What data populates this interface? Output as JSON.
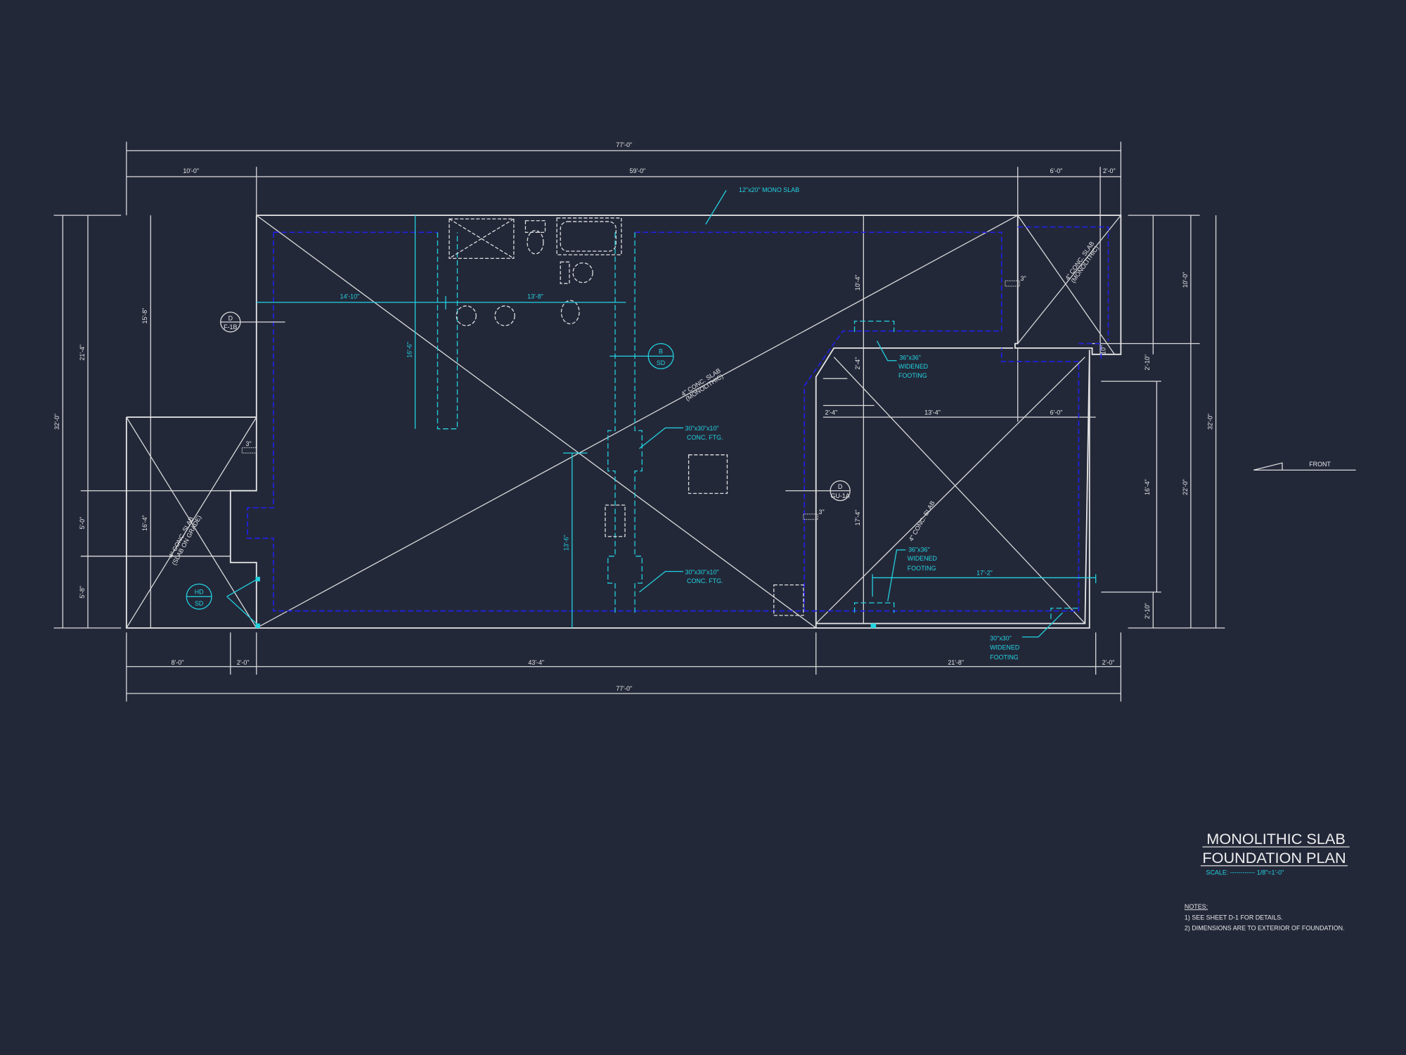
{
  "colors": {
    "background": "#232839",
    "linework": "#dcdcdc",
    "annotation": "#22d3e0",
    "footing_dashed": "#2020e8"
  },
  "dimensions": {
    "overall_top": "77'-0\"",
    "top_left": "10'-0\"",
    "top_main": "59'-0\"",
    "top_6": "6'-0\"",
    "top_2": "2'-0\"",
    "overall_bottom": "77'-0\"",
    "bottom_8": "8'-0\"",
    "bottom_2a": "2'-0\"",
    "bottom_43": "43'-4\"",
    "bottom_21": "21'-8\"",
    "bottom_2b": "2'-0\"",
    "left_32": "32'-0\"",
    "left_21": "21'-4\"",
    "left_5a": "5'-0\"",
    "left_5b": "5'-8\"",
    "left_15": "15'-8\"",
    "left_16": "16'-4\"",
    "right_10": "10'-0\"",
    "right_32": "32'-0\"",
    "right_22": "22'-0\"",
    "right_16": "16'-4\"",
    "right_2a": "2'-10\"",
    "right_2b": "2'-10\"",
    "inner_10_4": "10'-4\"",
    "inner_2_4v": "2'-4\"",
    "inner_17_4": "17'-4\"",
    "inner_2_4h": "2'-4\"",
    "inner_13_4": "13'-4\"",
    "inner_6_0": "6'-0\"",
    "inner_10in": "10\"",
    "cyan_14_10": "14'-10\"",
    "cyan_13_8": "13'-8\"",
    "cyan_16_6": "16'-6\"",
    "cyan_13_6": "13'-6\"",
    "cyan_17_2": "17'-2\""
  },
  "notes_on_plan": {
    "mono_slab": "12\"x20\" MONO SLAB",
    "ftg1": [
      "30\"x30\"x10\"",
      "CONC. FTG."
    ],
    "ftg2": [
      "30\"x30\"x10\"",
      "CONC. FTG."
    ],
    "wf1": [
      "36\"x36\"",
      "WIDENED",
      "FOOTING"
    ],
    "wf2": [
      "36\"x36\"",
      "WIDENED",
      "FOOTING"
    ],
    "wf3": [
      "30\"x30\"",
      "WIDENED",
      "FOOTING"
    ],
    "slab_main": [
      "4\" CONC. SLAB",
      "(MONOLITHIC)"
    ],
    "slab_tr": [
      "4\" CONC. SLAB",
      "(MONOLITHIC)"
    ],
    "slab_left": [
      "4\" CONC. SLAB",
      "(SLAB ON GRADE)"
    ],
    "slab_front": "4\" CONC. SLAB",
    "drop": "3\""
  },
  "callouts": [
    {
      "top": "D",
      "bottom": "F-1B"
    },
    {
      "top": "B",
      "bottom": "SD"
    },
    {
      "top": "D",
      "bottom": "GU-1A"
    },
    {
      "top": "HD",
      "bottom": "SD"
    }
  ],
  "front_label": "FRONT",
  "title_block": {
    "line1": "MONOLITHIC SLAB",
    "line2": "FOUNDATION PLAN",
    "scale": "SCALE: ------------ 1/8\"=1'-0\"",
    "notes_heading": "NOTES:",
    "notes": [
      "1)  SEE SHEET D-1 FOR DETAILS.",
      "2)  DIMENSIONS ARE TO EXTERIOR OF FOUNDATION."
    ]
  }
}
